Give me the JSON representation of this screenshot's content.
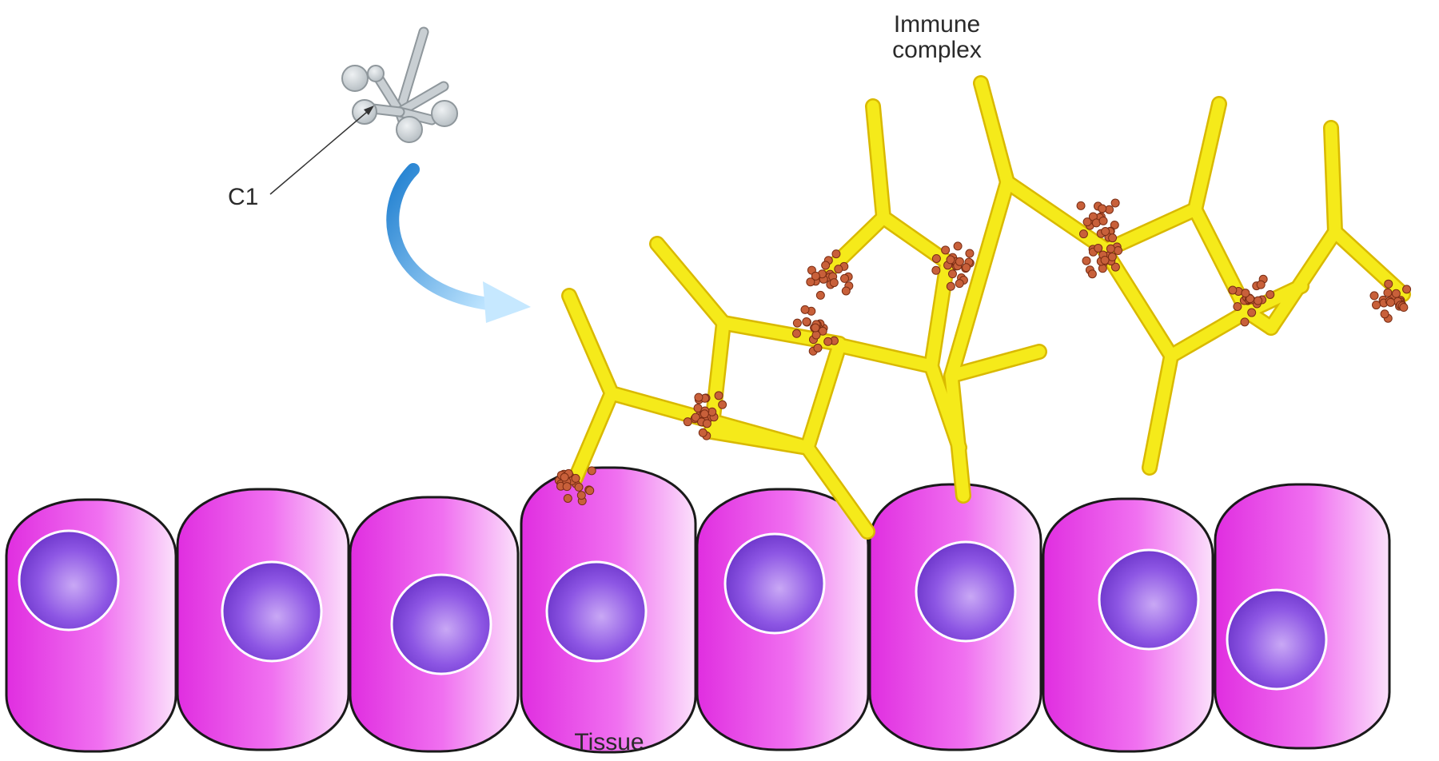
{
  "labels": {
    "immune_complex_line1": "Immune",
    "immune_complex_line2": "complex",
    "c1": "C1",
    "tissue": "Tissue"
  },
  "colors": {
    "antibody": "#f5ea1a",
    "antibody_outline": "#d9b900",
    "cell_fill": "#e33ee3",
    "cell_outline": "#1a1a1a",
    "nucleus": "#8a4fe0",
    "c1_fill": "#c9cfd3",
    "c1_outline": "#8f979c",
    "complement_dot": "#c8603a",
    "arrow": "#2f8fd8"
  },
  "icons": {
    "arrow": "curved-arrow-icon",
    "c1": "c1-molecule-icon"
  }
}
